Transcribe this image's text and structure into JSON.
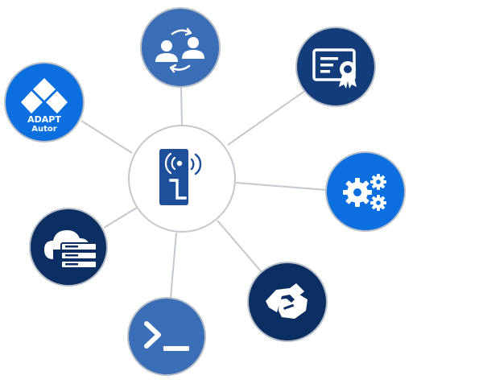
{
  "colors": {
    "blue_bright": "#0b6fe0",
    "blue_medium": "#3a6fb7",
    "blue_navy": "#123d7a",
    "blue_darkest": "#0c2f63",
    "hub_icon": "#1e4f9a",
    "connector": "#c4c8ce",
    "white": "#ffffff"
  },
  "hub": {
    "icon": "wireless-device-icon"
  },
  "nodes": [
    {
      "key": "user-exchange",
      "icon": "user-exchange-icon"
    },
    {
      "key": "certificate",
      "icon": "certificate-icon"
    },
    {
      "key": "adapt-autor",
      "icon": "adapt-logo-icon",
      "label_line1": "ADAPT",
      "label_line2": "Autor"
    },
    {
      "key": "settings",
      "icon": "gears-icon"
    },
    {
      "key": "cloud-server",
      "icon": "cloud-server-icon"
    },
    {
      "key": "handshake",
      "icon": "handshake-icon"
    },
    {
      "key": "terminal",
      "icon": "terminal-icon"
    }
  ]
}
